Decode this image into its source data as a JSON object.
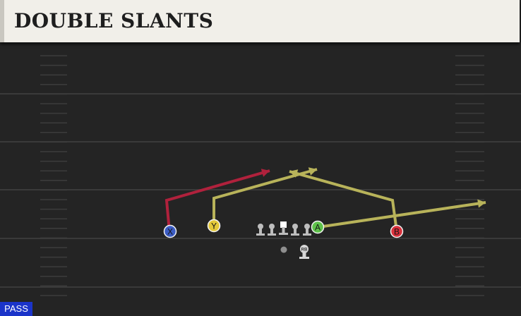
{
  "header": {
    "title": "DOUBLE SLANTS"
  },
  "badge": {
    "label": "PASS"
  },
  "colors": {
    "field": "#242424",
    "yard_line": "#3a3a3a",
    "hash": "#3c3c3c",
    "route_x": "#b0213c",
    "route_yellow": "#b8b35a",
    "player_x": "#3b5cc4",
    "player_y": "#e4c93a",
    "player_a": "#5ec24a",
    "player_b": "#d9313c",
    "lineman": "#bdbdbd",
    "qb": "#8f8f8f"
  },
  "players": [
    {
      "id": "X",
      "label": "X",
      "color": "#3b5cc4"
    },
    {
      "id": "Y",
      "label": "Y",
      "color": "#e4c93a"
    },
    {
      "id": "A",
      "label": "A",
      "color": "#5ec24a"
    },
    {
      "id": "B",
      "label": "B",
      "color": "#d9313c"
    }
  ],
  "rb": {
    "label": "RB"
  },
  "routes": [
    {
      "player": "X",
      "color": "#b0213c"
    },
    {
      "player": "Y",
      "color": "#b8b35a"
    },
    {
      "player": "A",
      "color": "#b8b35a"
    },
    {
      "player": "B",
      "color": "#b8b35a"
    }
  ]
}
